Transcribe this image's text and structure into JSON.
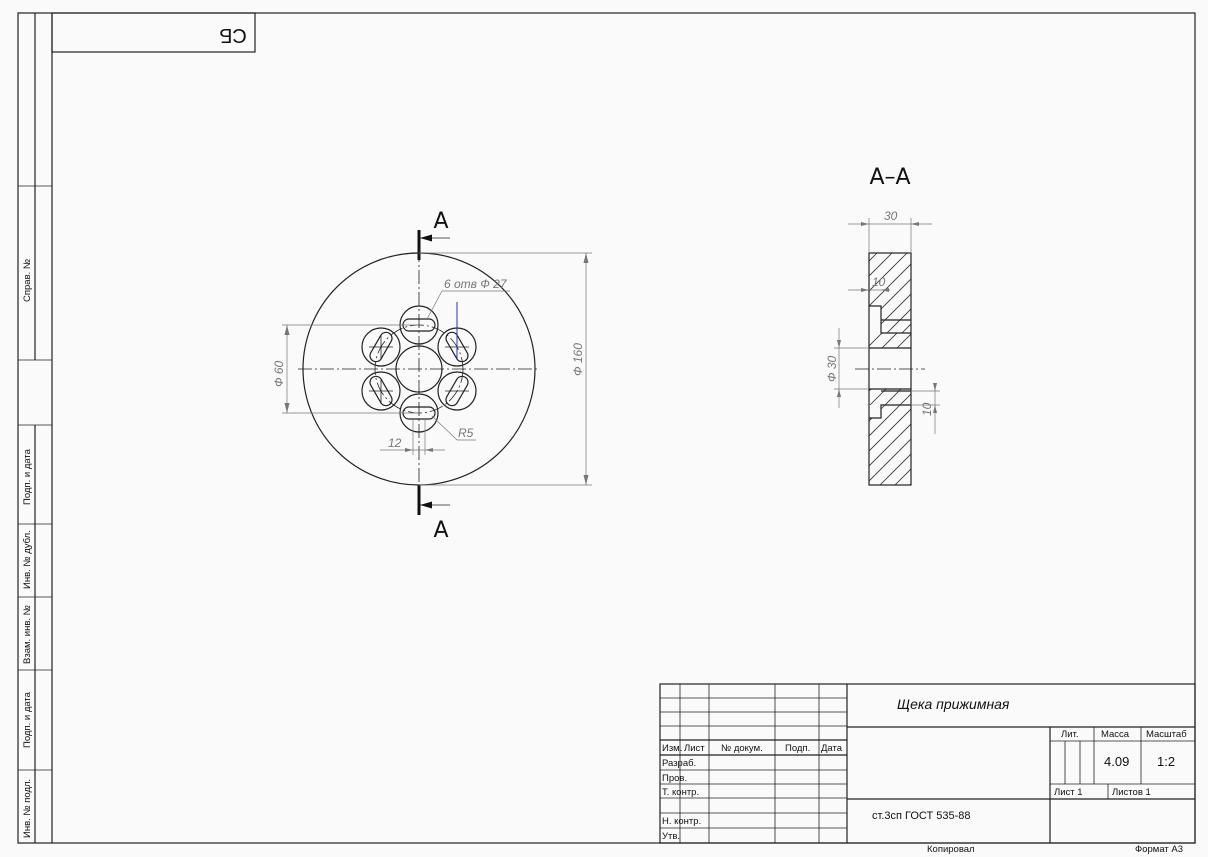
{
  "drawing": {
    "top_left_stamp": "СБ",
    "side_labels": {
      "sprav": "Справ. №",
      "podp_data_top": "Подп. и дата",
      "inv_dubl": "Инв. № дубл.",
      "vzam_inv": "Взам. инв. №",
      "podp_data_bottom": "Подп. и дата",
      "inv_podl": "Инв. № подл."
    },
    "section_label_top": "А",
    "section_label_bottom": "А",
    "section_title": "А–А",
    "front_view": {
      "note_holes": "6 отв Ф 27",
      "dim_outer": "Ф 160",
      "dim_bolt": "Ф 60",
      "dim_slot_width": "12",
      "dim_radius": "R5"
    },
    "section_view": {
      "dim_thickness": "30",
      "dim_top_step": "10",
      "dim_bore": "Ф 30",
      "dim_bottom_step": "10"
    }
  },
  "title_block": {
    "part_name": "Щека прижимная",
    "material": "ст.3сп ГОСТ 535-88",
    "columns": {
      "izm": "Изм.",
      "list": "Лист",
      "dokum": "№ докум.",
      "podp": "Подп.",
      "data": "Дата"
    },
    "rows": {
      "razrab": "Разраб.",
      "prov": "Пров.",
      "t_kontr": "Т. контр.",
      "n_kontr": "Н. контр.",
      "utv": "Утв."
    },
    "lit_label": "Лит.",
    "mass_label": "Масса",
    "scale_label": "Масштаб",
    "mass_value": "4.09",
    "scale_value": "1:2",
    "sheet_label": "Лист 1",
    "sheets_label": "Листов 1",
    "copied_label": "Копировал",
    "format_label": "Формат А3"
  }
}
